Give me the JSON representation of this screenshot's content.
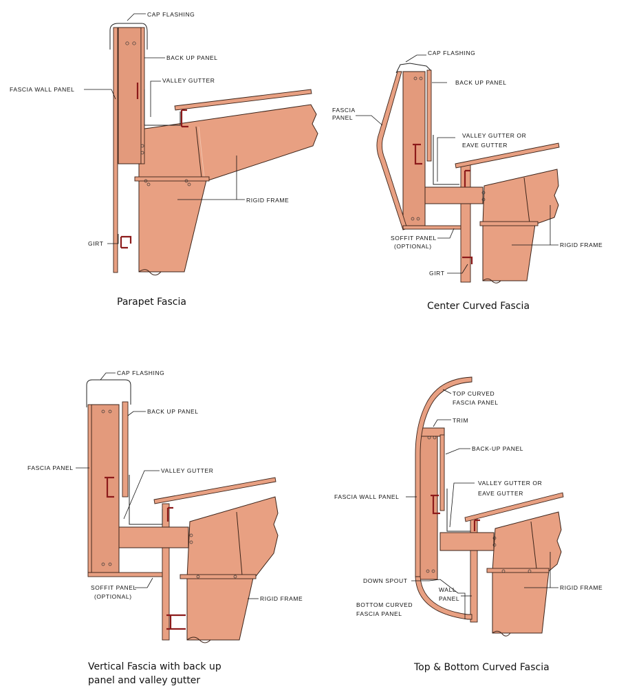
{
  "details": [
    {
      "caption": "Parapet Fascia",
      "labels": {
        "cap_flashing": "CAP  FLASHING",
        "back_up_panel": "BACK  UP  PANEL",
        "valley_gutter": "VALLEY  GUTTER",
        "fascia_wall_panel": "FASCIA  WALL  PANEL",
        "rigid_frame": "RIGID  FRAME",
        "girt": "GIRT"
      }
    },
    {
      "caption": "Center Curved Fascia",
      "labels": {
        "cap_flashing": "CAP  FLASHING",
        "back_up_panel": "BACK  UP  PANEL",
        "fascia_panel_1": "FASCIA",
        "fascia_panel_2": "PANEL",
        "valley_gutter_1": "VALLEY  GUTTER  OR",
        "valley_gutter_2": "EAVE  GUTTER",
        "soffit_panel_1": "SOFFIT  PANEL",
        "soffit_panel_2": "(OPTIONAL)",
        "rigid_frame": "RIGID  FRAME",
        "girt": "GIRT"
      }
    },
    {
      "caption_line1": "Vertical Fascia with back up",
      "caption_line2": "panel and valley gutter",
      "labels": {
        "cap_flashing": "CAP  FLASHING",
        "back_up_panel": "BACK  UP  PANEL",
        "fascia_panel": "FASCIA  PANEL",
        "valley_gutter": "VALLEY  GUTTER",
        "soffit_panel_1": "SOFFIT  PANEL",
        "soffit_panel_2": "(OPTIONAL)",
        "rigid_frame": "RIGID  FRAME"
      }
    },
    {
      "caption": "Top & Bottom Curved Fascia",
      "labels": {
        "top_curved_1": "TOP   CURVED",
        "top_curved_2": "FASCIA  PANEL",
        "trim": "TRIM",
        "back_up_panel": "BACK-UP  PANEL",
        "valley_gutter_1": "VALLEY  GUTTER  OR",
        "valley_gutter_2": "EAVE  GUTTER",
        "fascia_wall_panel": "FASCIA  WALL  PANEL",
        "down_spout": "DOWN  SPOUT",
        "wall_panel_1": "WALL",
        "wall_panel_2": "PANEL",
        "rigid_frame": "RIGID  FRAME",
        "bottom_curved_1": "BOTTOM   CURVED",
        "bottom_curved_2": "FASCIA  PANEL"
      }
    }
  ],
  "colors": {
    "panel_fill": "#e8a082",
    "steel_member": "#8c1a1a",
    "outline": "#3a2218"
  }
}
